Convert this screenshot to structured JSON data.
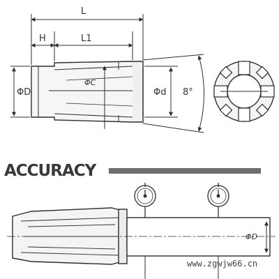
{
  "top_drawing": {
    "dim_L": "L",
    "dim_L1": "L1",
    "dim_H": "H",
    "dim_phiD": "ΦD",
    "dim_phiC": "ΦC",
    "dim_phid": "Φd",
    "angle": "8°"
  },
  "accuracy": {
    "heading": "ACCURACY",
    "dim_phiD": "ΦD"
  },
  "watermark": "www.zgwjw66.cn",
  "colors": {
    "line": "#2e2e2e",
    "fill": "#f4f4f4",
    "bar": "#6e6e6e"
  }
}
